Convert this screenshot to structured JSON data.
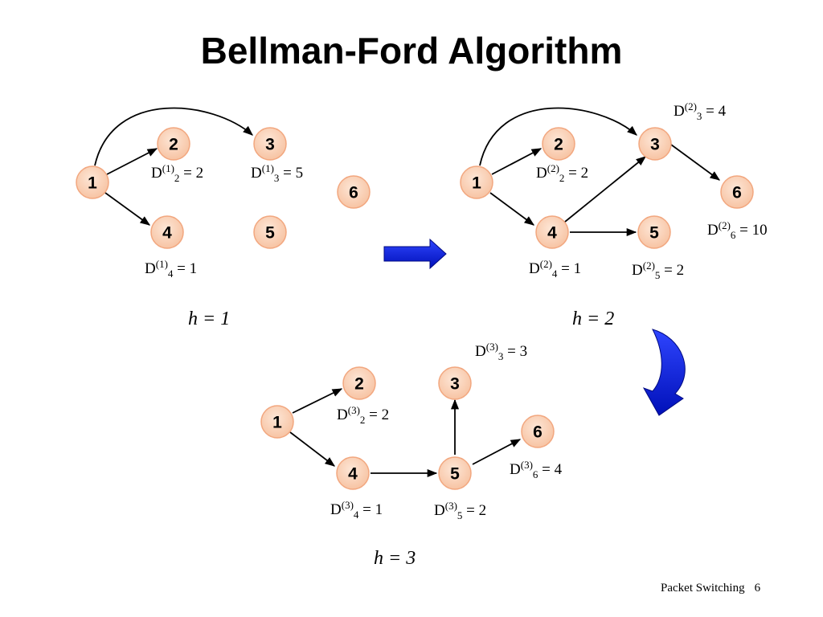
{
  "title": "Bellman-Ford Algorithm",
  "colors": {
    "node_fill": "#f9cfb5",
    "node_stroke": "#f2a77f",
    "arrow_blue": "#0b1fd9"
  },
  "panels": {
    "h1": {
      "caption": "h = 1",
      "nodes": [
        "1",
        "2",
        "3",
        "4",
        "5",
        "6"
      ],
      "labels": {
        "d2": {
          "sup": "(1)",
          "sub": "2",
          "rest": " = 2"
        },
        "d3": {
          "sup": "(1)",
          "sub": "3",
          "rest": " = 5"
        },
        "d4": {
          "sup": "(1)",
          "sub": "4",
          "rest": " = 1"
        }
      }
    },
    "h2": {
      "caption": "h = 2",
      "nodes": [
        "1",
        "2",
        "3",
        "4",
        "5",
        "6"
      ],
      "labels": {
        "d3": {
          "sup": "(2)",
          "sub": "3",
          "rest": " = 4"
        },
        "d2": {
          "sup": "(2)",
          "sub": "2",
          "rest": " = 2"
        },
        "d6": {
          "sup": "(2)",
          "sub": "6",
          "rest": " = 10"
        },
        "d4": {
          "sup": "(2)",
          "sub": "4",
          "rest": " = 1"
        },
        "d5": {
          "sup": "(2)",
          "sub": "5",
          "rest": " = 2"
        }
      }
    },
    "h3": {
      "caption": "h = 3",
      "nodes": [
        "1",
        "2",
        "3",
        "4",
        "5",
        "6"
      ],
      "labels": {
        "d3": {
          "sup": "(3)",
          "sub": "3",
          "rest": " = 3"
        },
        "d2": {
          "sup": "(3)",
          "sub": "2",
          "rest": " = 2"
        },
        "d6": {
          "sup": "(3)",
          "sub": "6",
          "rest": " = 4"
        },
        "d4": {
          "sup": "(3)",
          "sub": "4",
          "rest": " = 1"
        },
        "d5": {
          "sup": "(3)",
          "sub": "5",
          "rest": " = 2"
        }
      }
    }
  },
  "footer": {
    "text": "Packet Switching",
    "page": "6"
  }
}
